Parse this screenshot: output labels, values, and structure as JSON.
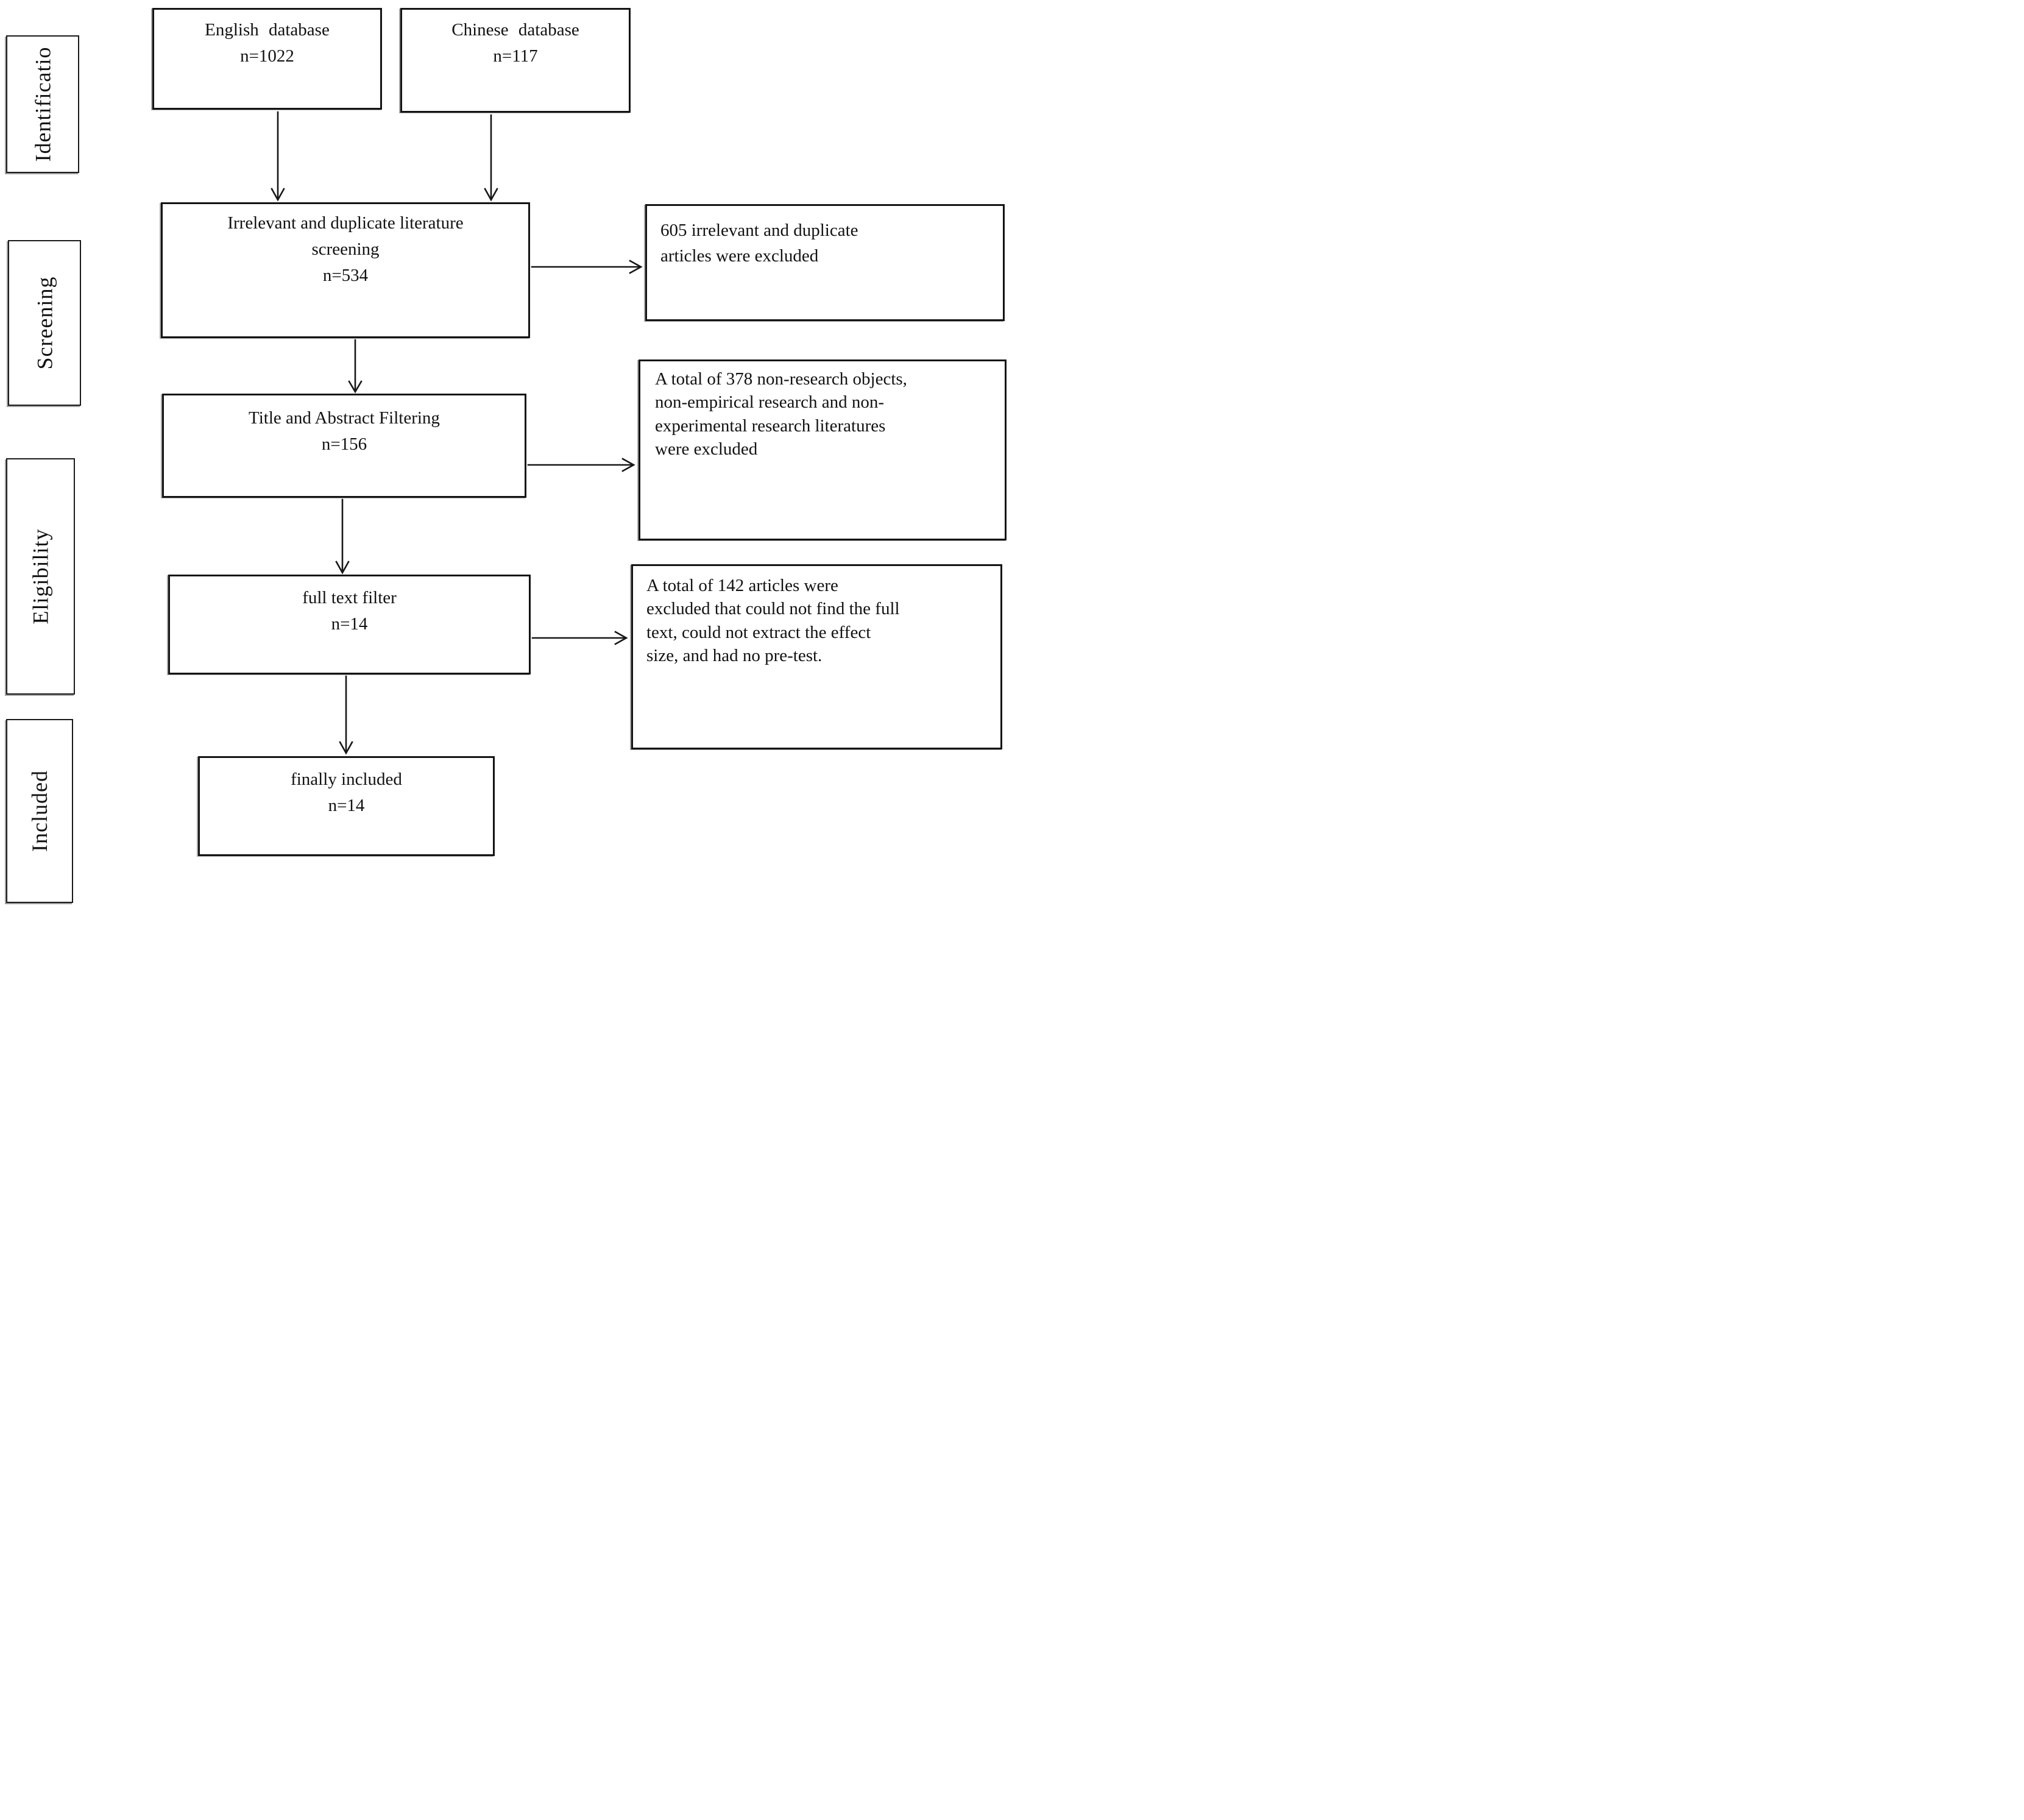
{
  "stages": [
    {
      "label": "Identificatio"
    },
    {
      "label": "Screening"
    },
    {
      "label": "Eligibility"
    },
    {
      "label": "Included"
    }
  ],
  "nodes": {
    "english_db": {
      "lines": [
        "English database",
        "n=1022"
      ]
    },
    "chinese_db": {
      "lines": [
        "Chinese database",
        "n=117"
      ]
    },
    "dedup_screening": {
      "lines": [
        "Irrelevant and duplicate literature",
        "screening",
        "n=534"
      ]
    },
    "title_abstract": {
      "lines": [
        "Title and Abstract Filtering",
        "n=156"
      ]
    },
    "full_text": {
      "lines": [
        "full text filter",
        "n=14"
      ]
    },
    "final_included": {
      "lines": [
        "finally included",
        "n=14"
      ]
    }
  },
  "exclusions": {
    "dedup": {
      "lines": [
        "605 irrelevant and duplicate",
        "articles were excluded"
      ]
    },
    "title_abstract": {
      "lines": [
        "A total of 378 non-research objects,",
        "non-empirical research and non-",
        "experimental research literatures",
        "were excluded"
      ]
    },
    "full_text": {
      "lines": [
        "A total of 142 articles were",
        "excluded that could not find the full",
        "text, could not extract the effect",
        "size, and had no pre-test."
      ]
    }
  },
  "colors": {
    "ink": "#171717",
    "background": "#ffffff"
  }
}
